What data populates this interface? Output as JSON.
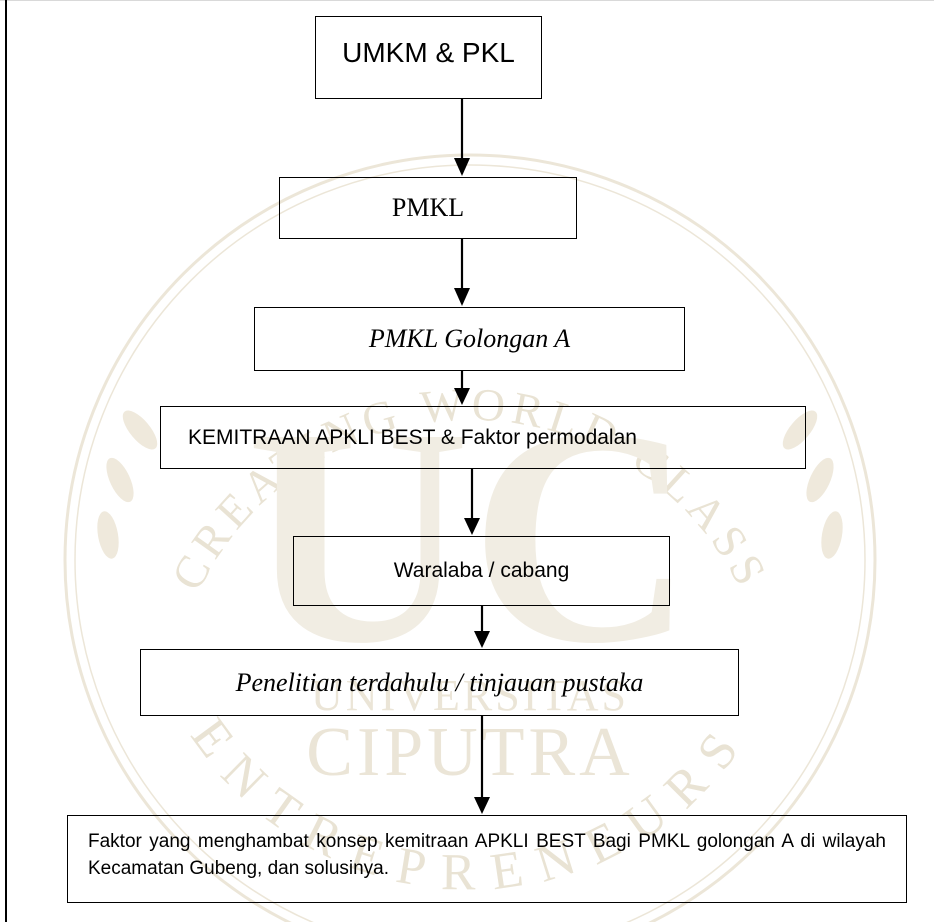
{
  "nodes": {
    "umkm_pkl": "UMKM & PKL",
    "pmkl": "PMKL",
    "pmkl_golongan_a": "PMKL Golongan A",
    "kemitraan": "KEMITRAAN APKLI BEST & Faktor permodalan",
    "waralaba": "Waralaba / cabang",
    "penelitian": "Penelitian terdahulu / tinjauan pustaka",
    "faktor": "Faktor yang menghambat konsep kemitraan APKLI BEST Bagi PMKL golongan A di wilayah Kecamatan Gubeng, dan solusinya."
  },
  "watermark": {
    "arc_top": "CREATING WORLD CLASS",
    "arc_bottom": "ENTREPRENEURS",
    "monogram": "UC",
    "line1": "UNIVERSITAS",
    "line2": "CIPUTRA"
  },
  "colors": {
    "watermark": "#e7e1d2",
    "line": "#000000"
  }
}
